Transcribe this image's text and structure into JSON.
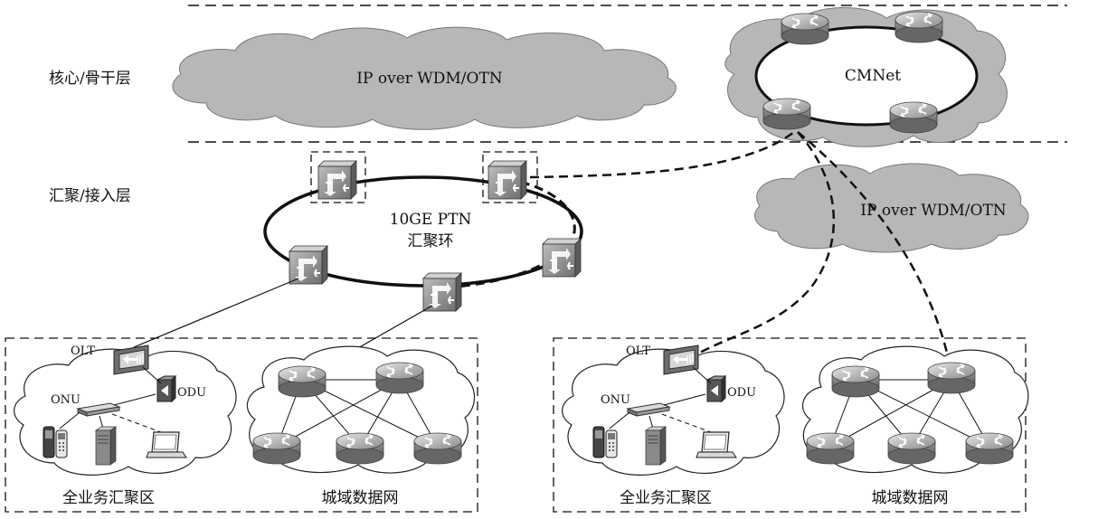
{
  "layers": {
    "core_label": "核心/骨干层",
    "access_label": "汇聚/接入层"
  },
  "clouds": {
    "core_cloud_label": "IP over WDM/OTN",
    "cmnet_label": "CMNet",
    "mid_cloud_label": "IP over WDM/OTN"
  },
  "ring": {
    "line1": "10GE PTN",
    "line2": "汇聚环"
  },
  "left_region": {
    "olt_label": "OLT",
    "odu_label": "ODU",
    "onu_label": "ONU",
    "service_area_label": "全业务汇聚区",
    "metro_label": "城域数据网"
  },
  "right_region": {
    "olt_label": "OLT",
    "odu_label": "ODU",
    "onu_label": "ONU",
    "service_area_label": "全业务汇聚区",
    "metro_label": "城域数据网"
  },
  "colors": {
    "cloud_fill": "#b7b7b7",
    "device_gray": "#8c8c8c",
    "router_fill": "#9a9a9a",
    "line": "#111111"
  }
}
